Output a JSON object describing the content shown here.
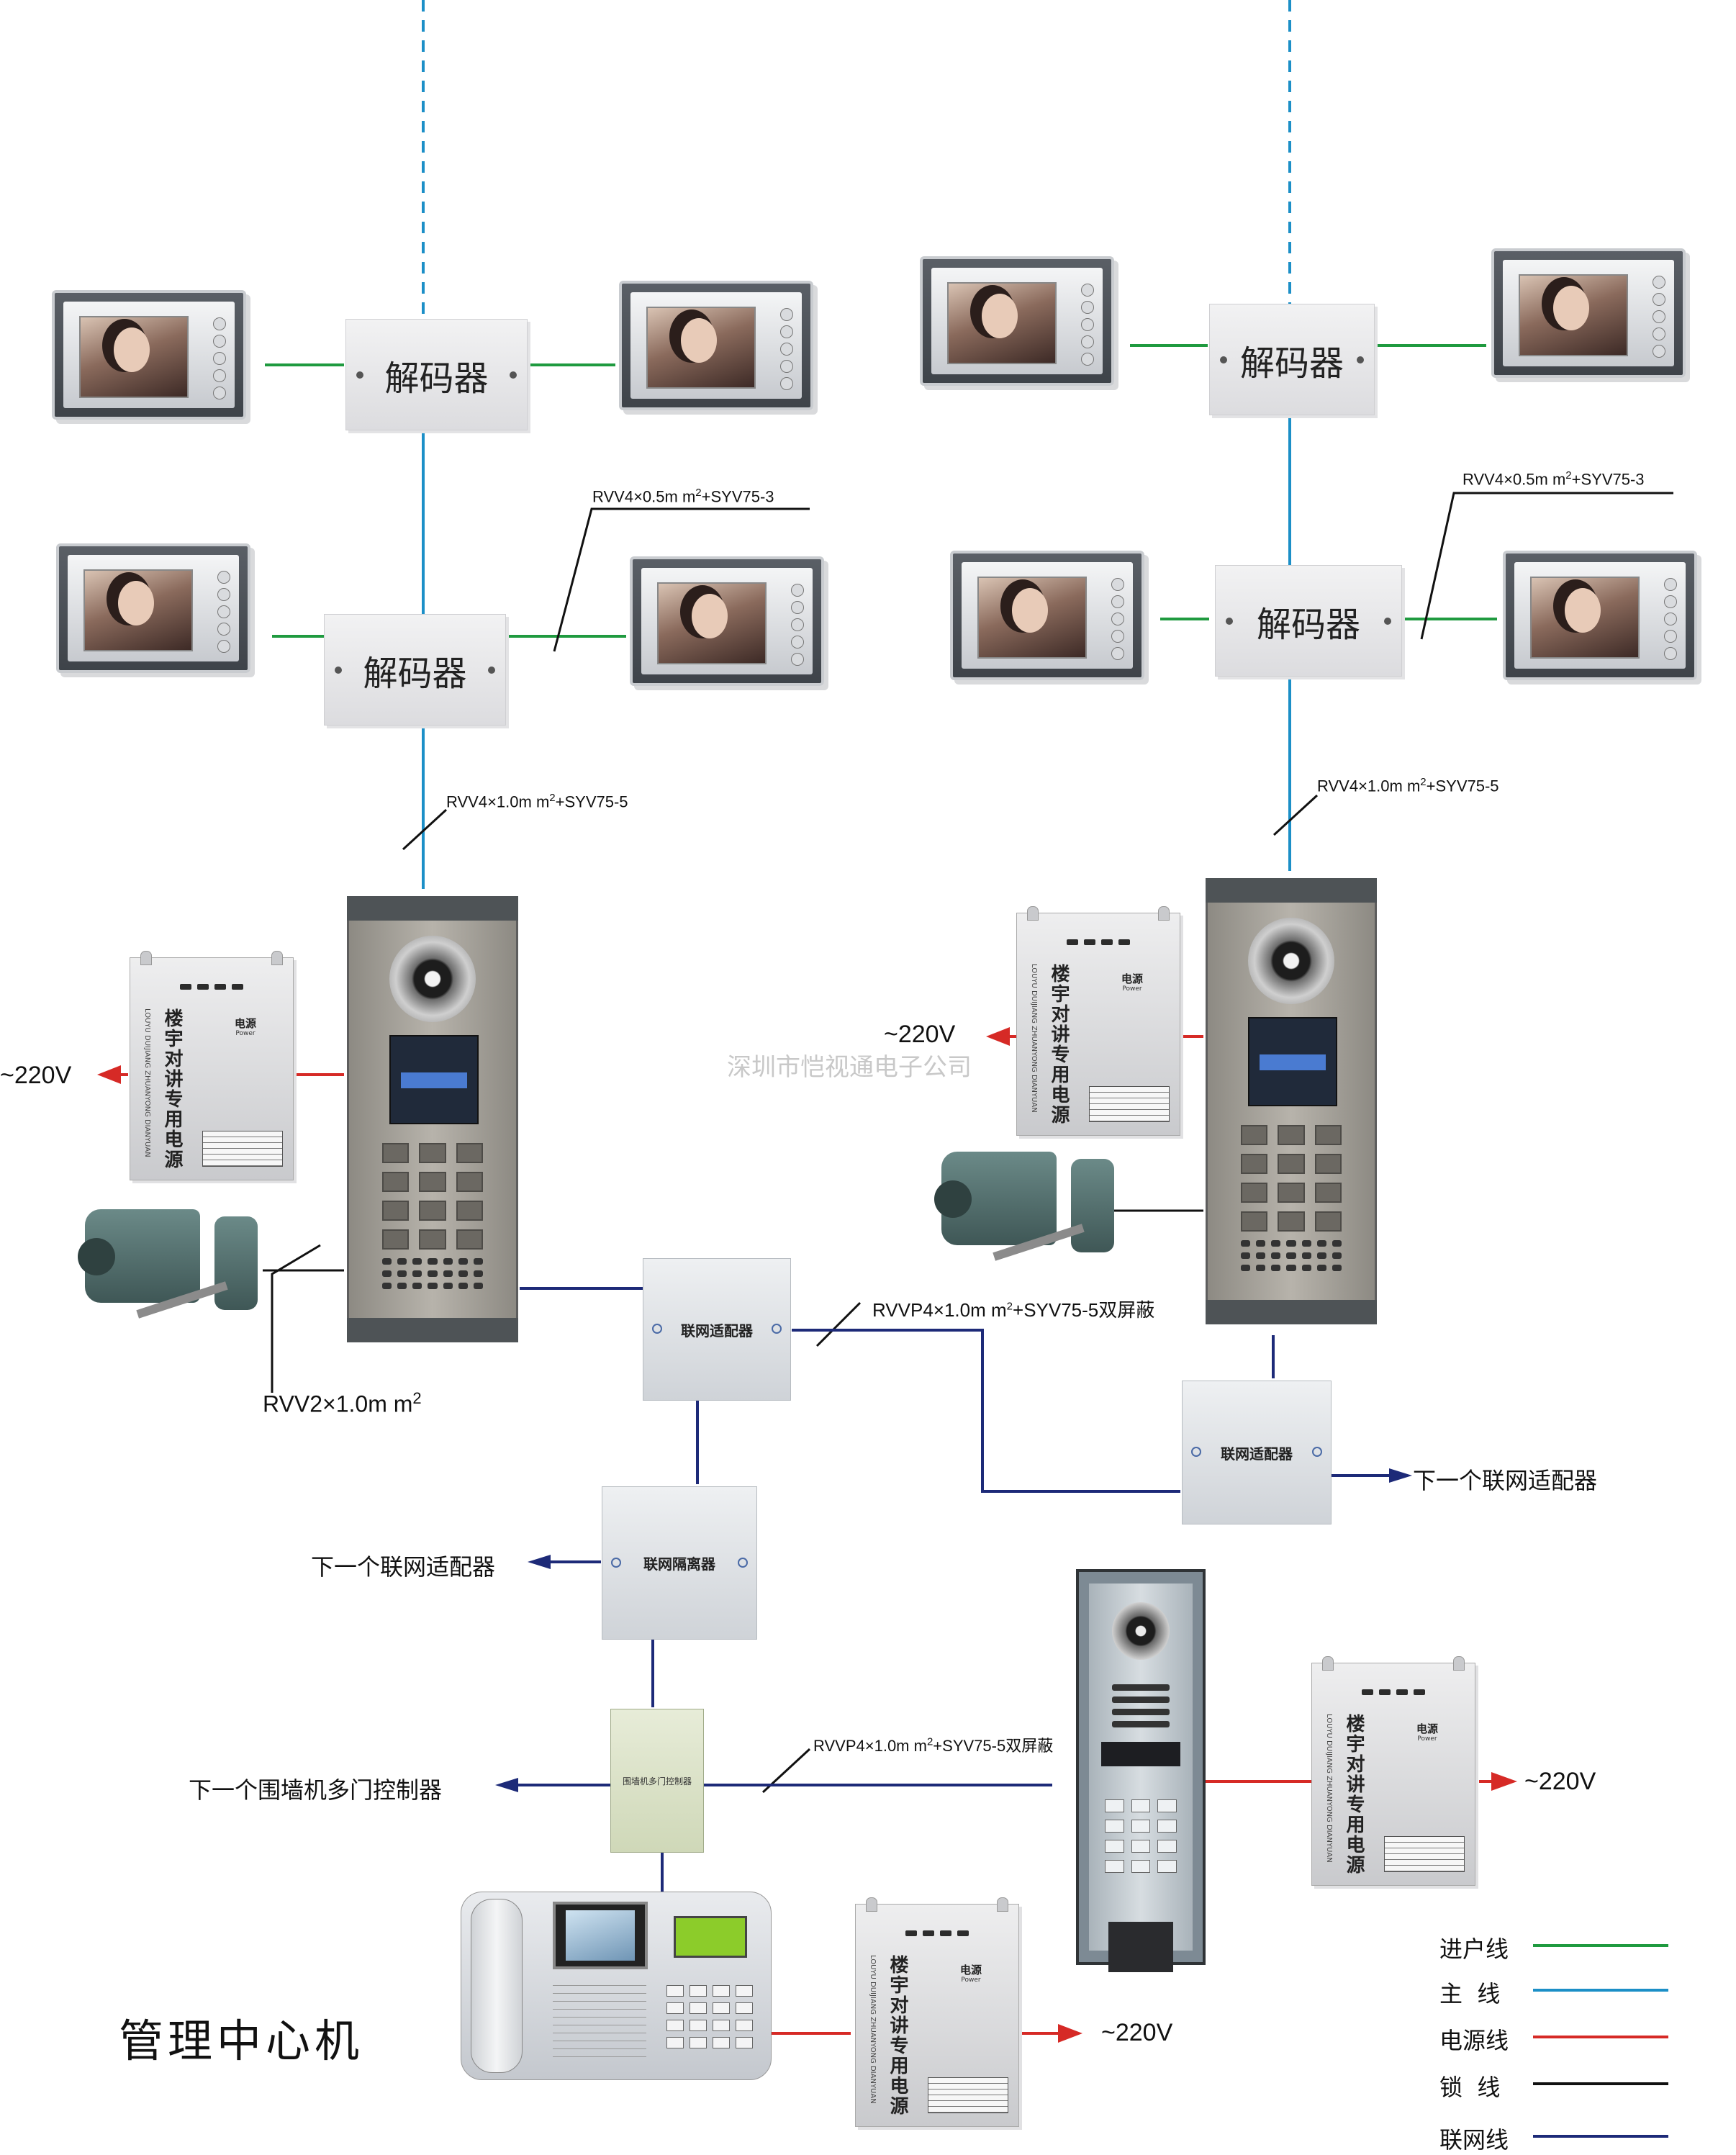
{
  "decoder_label": "解码器",
  "cables": {
    "rvv4_05_main": "RVV4×0.5m m",
    "rvv4_05_sup": "2",
    "rvv4_05_tail": "+SYV75-3",
    "rvv4_10_main": "RVV4×1.0m m",
    "rvv4_10_sup": "2",
    "rvv4_10_tail": "+SYV75-5",
    "rvvp_main": "RVVP4×1.0m m",
    "rvvp_sup": "2",
    "rvvp_tail": "+SYV75-5双屏蔽",
    "rvv2_main": "RVV2×1.0m m",
    "rvv2_sup": "2"
  },
  "voltage": "~220V",
  "watermark": "深圳市恺视通电子公司",
  "adapter_label": "联网适配器",
  "isolator_label": "联网隔离器",
  "controller_label": "围墙机多门控制器",
  "next_adapter": "下一个联网适配器",
  "next_wall_controller": "下一个围墙机多门控制器",
  "management_center": "管理中心机",
  "psu": {
    "title": "楼宇对讲专用电源",
    "pinyin": "LOUYU DUIJIANG ZHUANYONG DIANYUAN",
    "label_cn": "电源",
    "label_en": "Power"
  },
  "legend": [
    {
      "label": "进户线",
      "color": "#1f9a3f"
    },
    {
      "label": "主  线",
      "color": "#1c8fc7"
    },
    {
      "label": "电源线",
      "color": "#d62a26"
    },
    {
      "label": "锁  线",
      "color": "#111111"
    },
    {
      "label": "联网线",
      "color": "#1d2a78"
    }
  ]
}
